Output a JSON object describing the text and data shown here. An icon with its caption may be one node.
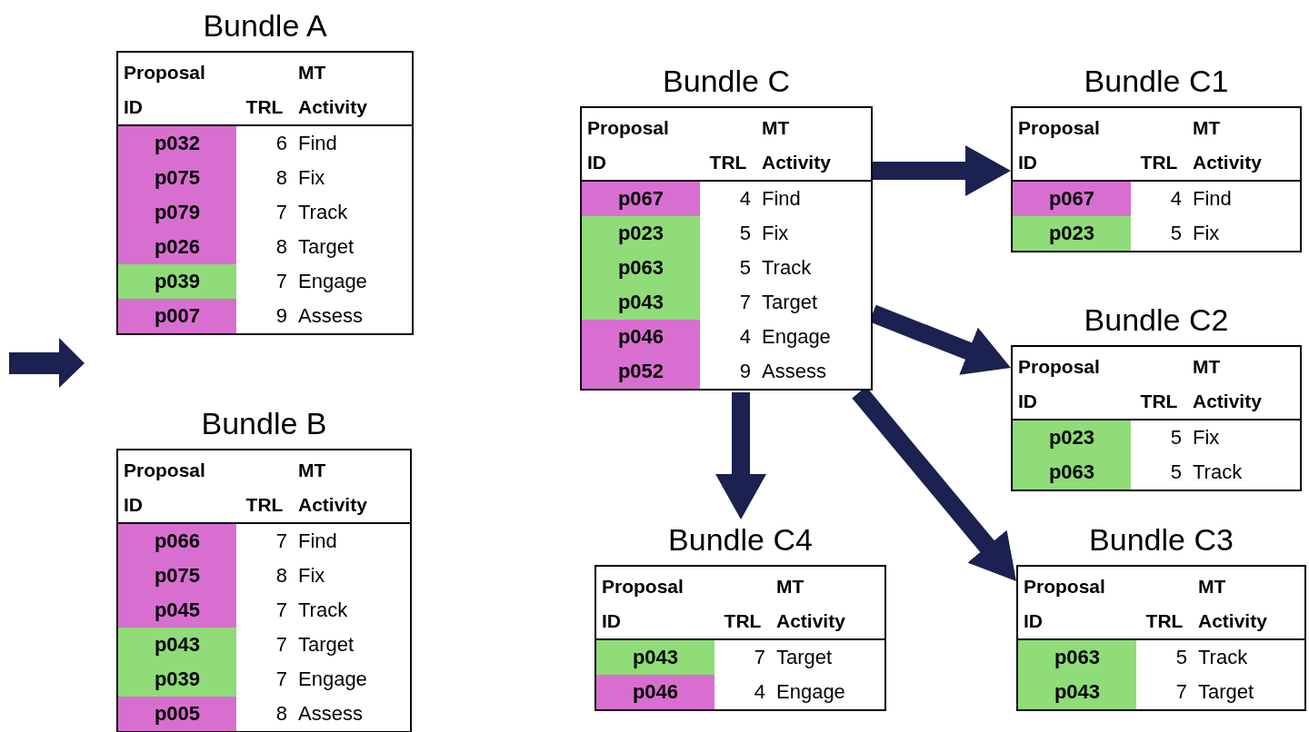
{
  "diagram": {
    "nodes": [
      {
        "text": [
          "Bundle A",
          "Proposal ID",
          "TRL",
          "MT Activity",
          "p032",
          "6",
          "Find",
          "p075",
          "8",
          "Fix",
          "p079",
          "7",
          "Track",
          "p026",
          "8",
          "Target",
          "p039",
          "7",
          "Engage",
          "p007",
          "9",
          "Assess"
        ]
      },
      {
        "text": [
          "Bundle B",
          "Proposal ID",
          "TRL",
          "MT Activity",
          "p066",
          "7",
          "Find",
          "p075",
          "8",
          "Fix",
          "p045",
          "7",
          "Track",
          "p043",
          "7",
          "Target",
          "p039",
          "7",
          "Engage",
          "p005",
          "8",
          "Assess"
        ]
      },
      {
        "text": [
          "Bundle C",
          "Proposal ID",
          "TRL",
          "MT Activity",
          "p067",
          "4",
          "Find",
          "p023",
          "5",
          "Fix",
          "p063",
          "5",
          "Track",
          "p043",
          "7",
          "Target",
          "p046",
          "4",
          "Engage",
          "p052",
          "9",
          "Assess"
        ]
      },
      {
        "text": [
          "Bundle C1",
          "Proposal ID",
          "TRL",
          "MT Activity",
          "p067",
          "4",
          "Find",
          "p023",
          "5",
          "Fix"
        ]
      },
      {
        "text": [
          "Bundle C2",
          "Proposal ID",
          "TRL",
          "MT Activity",
          "p023",
          "5",
          "Fix",
          "p063",
          "5",
          "Track"
        ]
      },
      {
        "text": [
          "Bundle C3",
          "Proposal ID",
          "TRL",
          "MT Activity",
          "p063",
          "5",
          "Track",
          "p043",
          "7",
          "Target"
        ]
      },
      {
        "text": [
          "Bundle C4",
          "Proposal ID",
          "TRL",
          "MT Activity",
          "p043",
          "7",
          "Target",
          "p046",
          "4",
          "Engage"
        ]
      }
    ],
    "edges": [
      {
        "from": 2,
        "to": 3,
        "arrow": "to"
      },
      {
        "from": 2,
        "to": 4,
        "arrow": "to"
      },
      {
        "from": 2,
        "to": 5,
        "arrow": "to"
      },
      {
        "from": 2,
        "to": 6,
        "arrow": "to"
      }
    ]
  }
}
